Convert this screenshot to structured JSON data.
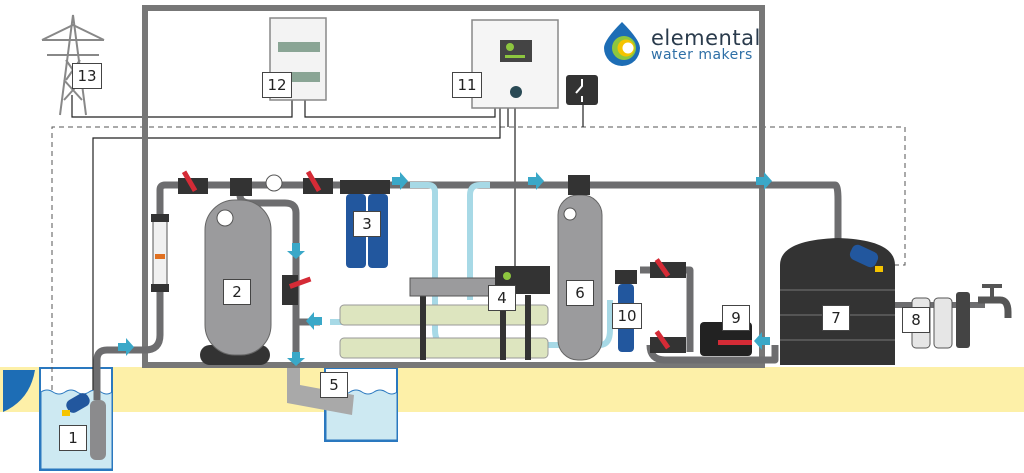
{
  "brand": {
    "line1": "elemental",
    "line2": "water makers",
    "colors": {
      "drop": "#1d6db5",
      "ring_green": "#8dc63f",
      "ring_yellow": "#f5c400"
    }
  },
  "labels": {
    "l1": "1",
    "l2": "2",
    "l3": "3",
    "l4": "4",
    "l5": "5",
    "l6": "6",
    "l7": "7",
    "l8": "8",
    "l9": "9",
    "l10": "10",
    "l11": "11",
    "l12": "12",
    "l13": "13"
  },
  "colors": {
    "frame": "#777777",
    "pipe": "#6d6d6f",
    "clean_pipe": "#a7d9e6",
    "flow_arrow": "#3aa8c8",
    "ground": "#fdf0a8",
    "water": "#cde9f2",
    "valve_handle": "#d52b36",
    "membrane": "#dde5bf",
    "cartridge": "#22579e"
  }
}
